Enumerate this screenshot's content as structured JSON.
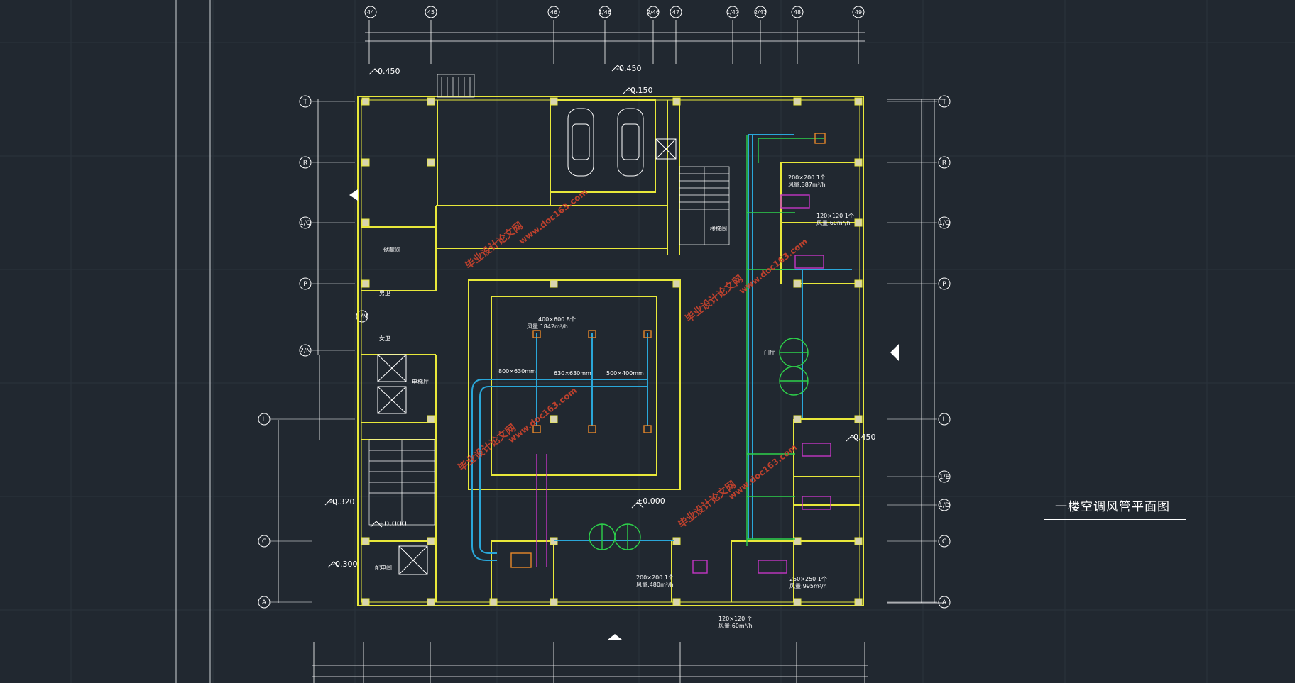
{
  "drawing": {
    "title": "一楼空调风管平面图",
    "grid_top": [
      "44",
      "45",
      "46",
      "1/46",
      "2/46",
      "47",
      "1/47",
      "2/47",
      "48",
      "49"
    ],
    "grid_left": [
      "T",
      "R",
      "1/Q",
      "P",
      "2/N",
      "1/N",
      "L",
      "C",
      "A"
    ],
    "grid_right": [
      "T",
      "R",
      "1/Q",
      "P",
      "L",
      "1/E",
      "1/D",
      "C",
      "A"
    ],
    "elevations": [
      "-0.450",
      "-0.450",
      "-0.150",
      "-0.450",
      "±0.000",
      "±0.000",
      "-0.300",
      "-0.320"
    ],
    "duct_labels": [
      "400×600 8个",
      "风量:1842m³/h",
      "800×630mm",
      "630×630mm",
      "500×400mm",
      "200×200 1个",
      "风量:387m³/h",
      "120×120 1个",
      "风量:60m³/h",
      "250×250 1个",
      "风量:995m³/h",
      "200×200 1个",
      "风量:480m³/h",
      "120×120 个",
      "风量:60m³/h"
    ],
    "rooms": [
      "门厅",
      "配电间",
      "男卫",
      "女卫",
      "储藏间",
      "楼梯间",
      "电梯厅"
    ],
    "colors": {
      "background": "#212830",
      "wall": "#e8e83a",
      "outline": "#ffffff",
      "duct": "#2aa7d9",
      "green": "#2dd14a",
      "magenta": "#c435c4",
      "orange": "#e8882a",
      "watermark": "#d9462e"
    },
    "watermarks": [
      "毕业设计论文网",
      "www.doc163.com"
    ]
  }
}
